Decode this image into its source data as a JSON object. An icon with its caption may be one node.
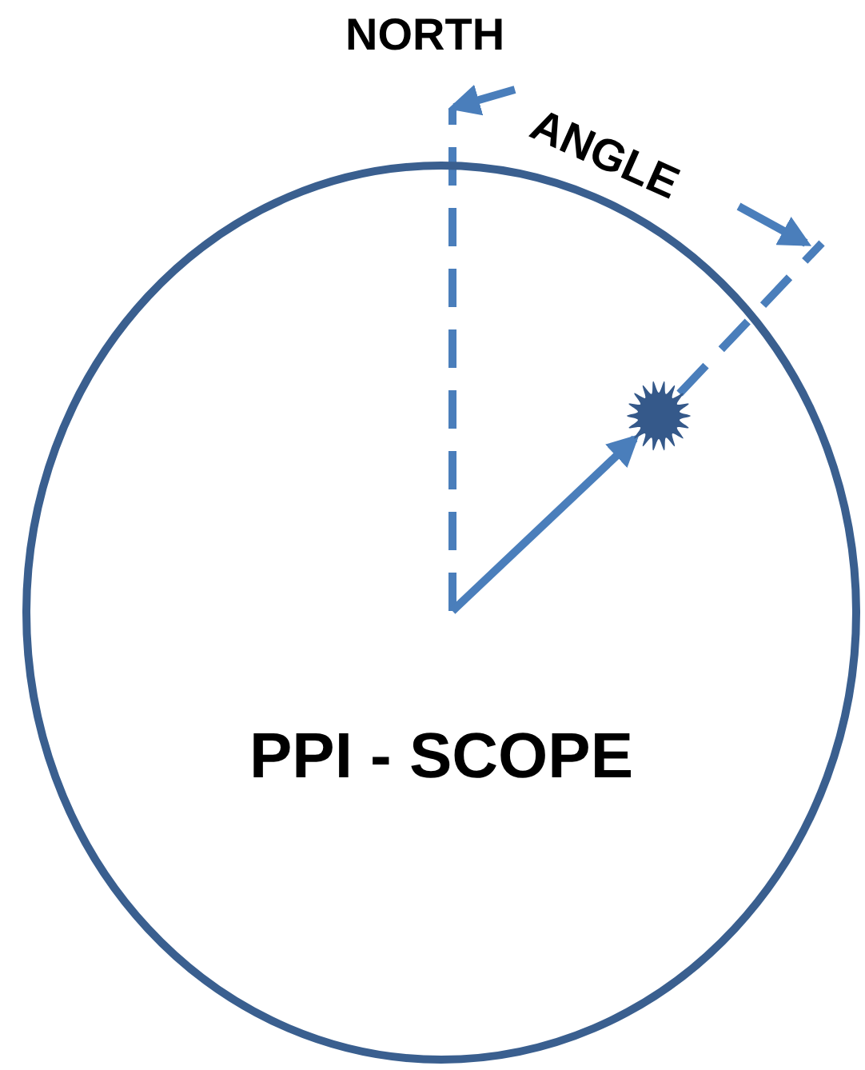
{
  "diagram": {
    "nodes": [
      {
        "text": [
          "PPI - SCOPE"
        ]
      },
      {
        "text": [],
        "shape": "star",
        "in": 0
      }
    ],
    "edges": [
      {
        "from": null,
        "to": 1,
        "arrow": "to"
      }
    ],
    "labels": [
      "NORTH",
      "ANGLE"
    ]
  }
}
